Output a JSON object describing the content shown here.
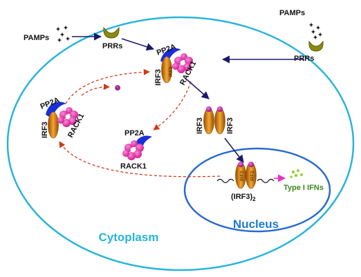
{
  "labels": {
    "pamps": "PAMPs",
    "prrs": "PRRs",
    "pp2a": "PP2A",
    "rack1": "RACK1",
    "irf3": "IRF3",
    "irf3_dimer": "(IRF3)",
    "irf3_dimer_sub": "2",
    "type1_ifns": "Type I IFNs",
    "nucleus": "Nucleus",
    "cytoplasm": "Cytoplasm",
    "phospho": "P"
  },
  "colors": {
    "cell_membrane": "#28b4dc",
    "nucleus_membrane": "#2a6ad0",
    "cytoplasm_text": "#28b4dc",
    "nucleus_text": "#1e7ad8",
    "pp2a": "#1a2fd8",
    "rack1": "#e23aa8",
    "irf3": "#e08a10",
    "phospho": "#c01aa0",
    "prr": "#8a8a10",
    "solid_arrow": "#1a1a6a",
    "dashed_arrow": "#d03a1a",
    "ifn_arrow": "#e830c8",
    "ifn_text": "#3a8a1a",
    "ifn_dots": "#9acd32"
  }
}
